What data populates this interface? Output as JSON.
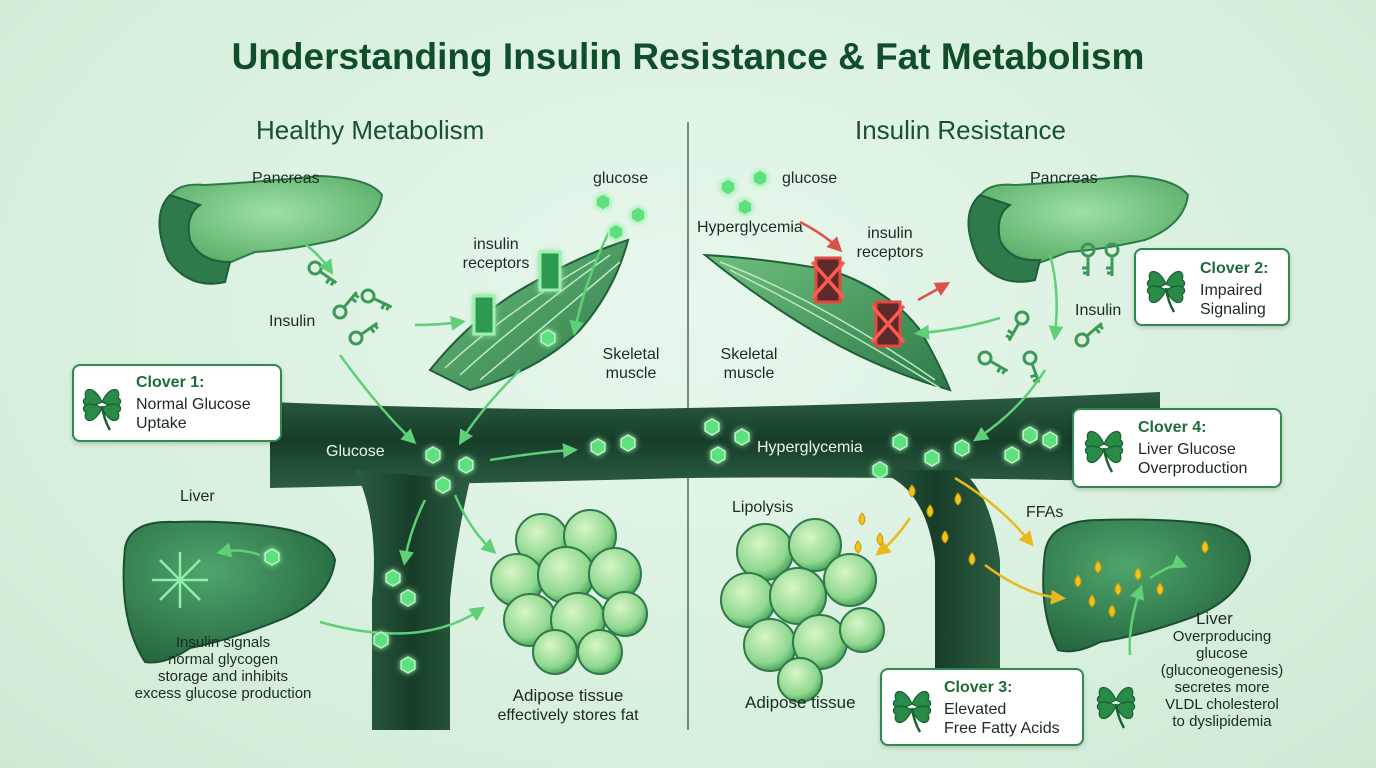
{
  "title": "Understanding Insulin Resistance & Fat Metabolism",
  "colors": {
    "background": "#dff2e4",
    "title": "#0f4d2b",
    "organ_green": "#2f7a4a",
    "vessel": "#1e4a33",
    "glucose": "#5fe07f",
    "blocked": "#e8473f",
    "fatty_acid": "#f0c419",
    "callout_border": "#2f8a4e"
  },
  "icons": [
    "key-icon",
    "glucose-hexagon-icon",
    "door-receptor-icon",
    "blocked-x-icon",
    "clover-icon",
    "snowflake-icon",
    "fat-droplet-icon"
  ],
  "left": {
    "heading": "Healthy Metabolism",
    "pancreas": "Pancreas",
    "insulin": "Insulin",
    "receptors": [
      "insulin",
      "receptors"
    ],
    "glucose": "glucose",
    "muscle": [
      "Skeletal",
      "muscle"
    ],
    "vessel": "Glucose",
    "liver": "Liver",
    "liver_note": [
      "Insulin signals",
      "normal glycogen",
      "storage and inhibits",
      "excess glucose production"
    ],
    "adipose": [
      "Adipose tissue",
      "effectively stores fat"
    ],
    "clover": {
      "title": "Clover 1:",
      "lines": [
        "Normal Glucose",
        "Uptake"
      ]
    }
  },
  "right": {
    "heading": "Insulin Resistance",
    "glucose": "glucose",
    "hyperglycemia_top": "Hyperglycemia",
    "receptors": [
      "insulin",
      "receptors"
    ],
    "pancreas": "Pancreas",
    "insulin": "Insulin",
    "muscle": [
      "Skeletal",
      "muscle"
    ],
    "vessel": "Hyperglycemia",
    "lipolysis": "Lipolysis",
    "ffas": "FFAs",
    "adipose": "Adipose tissue",
    "liver": "Liver",
    "liver_note": [
      "Overproducing",
      "glucose",
      "(gluconeogenesis)",
      "secretes more",
      "VLDL cholesterol",
      "to dyslipidemia"
    ],
    "clover2": {
      "title": "Clover 2:",
      "lines": [
        "Impaired",
        "Signaling"
      ]
    },
    "clover3": {
      "title": "Clover 3:",
      "lines": [
        "Elevated",
        "Free Fatty Acids"
      ]
    },
    "clover4": {
      "title": "Clover 4:",
      "lines": [
        "Liver Glucose",
        "Overproduction"
      ]
    }
  }
}
